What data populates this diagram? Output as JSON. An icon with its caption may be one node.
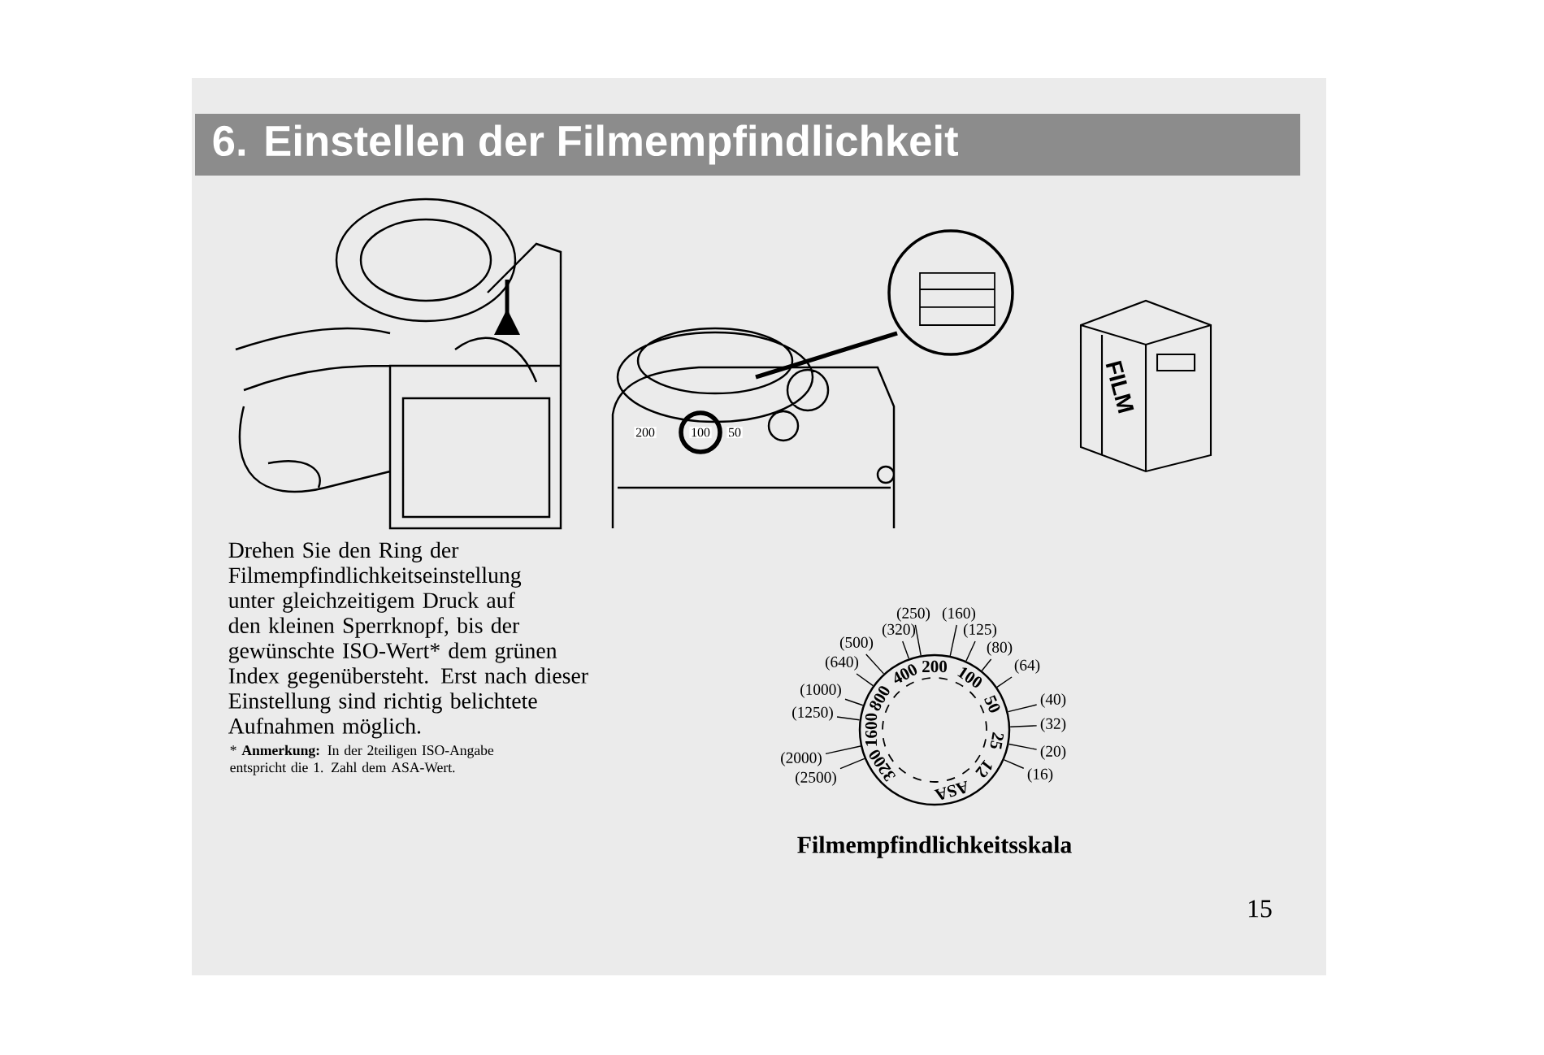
{
  "diagram": {
    "title": "6. Einstellen der Filmempfindlichkeit",
    "caption": "Filmempfindlichkeitsskala",
    "nodes": [
      {
        "text": [
          "(250)"
        ]
      },
      {
        "text": [
          "(160)"
        ]
      },
      {
        "text": [
          "(320)"
        ]
      },
      {
        "text": [
          "(125)"
        ]
      },
      {
        "text": [
          "(500)"
        ]
      },
      {
        "text": [
          "(80)"
        ]
      },
      {
        "text": [
          "(640)"
        ]
      },
      {
        "text": [
          "(64)"
        ]
      },
      {
        "text": [
          "(1000)"
        ]
      },
      {
        "text": [
          "(40)"
        ]
      },
      {
        "text": [
          "(1250)"
        ]
      },
      {
        "text": [
          "(32)"
        ]
      },
      {
        "text": [
          "(2000)"
        ]
      },
      {
        "text": [
          "(20)"
        ]
      },
      {
        "text": [
          "(2500)"
        ]
      },
      {
        "text": [
          "(16)"
        ]
      },
      {
        "text": [],
        "shape": "circle"
      }
    ],
    "edges": [
      {
        "from": 0,
        "to": 16,
        "arrow": "none"
      },
      {
        "from": 1,
        "to": 16,
        "arrow": "none"
      },
      {
        "from": 2,
        "to": 16,
        "arrow": "none"
      },
      {
        "from": 3,
        "to": 16,
        "arrow": "none"
      },
      {
        "from": 4,
        "to": 16,
        "arrow": "none"
      },
      {
        "from": 5,
        "to": 16,
        "arrow": "none"
      },
      {
        "from": 6,
        "to": 16,
        "arrow": "none"
      },
      {
        "from": 7,
        "to": 16,
        "arrow": "none"
      },
      {
        "from": 8,
        "to": 16,
        "arrow": "none"
      },
      {
        "from": 9,
        "to": 16,
        "arrow": "none"
      },
      {
        "from": 10,
        "to": 16,
        "arrow": "none"
      },
      {
        "from": 11,
        "to": 16,
        "arrow": "none"
      },
      {
        "from": 12,
        "to": 16,
        "arrow": "none"
      },
      {
        "from": 13,
        "to": 16,
        "arrow": "none"
      },
      {
        "from": 14,
        "to": 16,
        "arrow": "none"
      },
      {
        "from": 15,
        "to": 16,
        "arrow": "none"
      }
    ],
    "labels": [
      "Drehen Sie den Ring der Filmempfindlichkeitseinstellung unter gleichzeitigem Druck auf den kleinen Sperrknopf, bis der gewünschte ISO-Wert* dem grünen Index gegenübersteht. Erst nach dieser Einstellung sind richtig belichtete Aufnahmen möglich.",
      "* **Anmerkung:** In der 2teiligen ISO-Angabe entspricht die 1. Zahl dem ASA-Wert.",
      "200",
      "100",
      "50",
      "FILM",
      "400",
      "200",
      "100",
      "50",
      "25",
      "12",
      "ASA",
      "800",
      "1600",
      "3200",
      "15"
    ]
  }
}
